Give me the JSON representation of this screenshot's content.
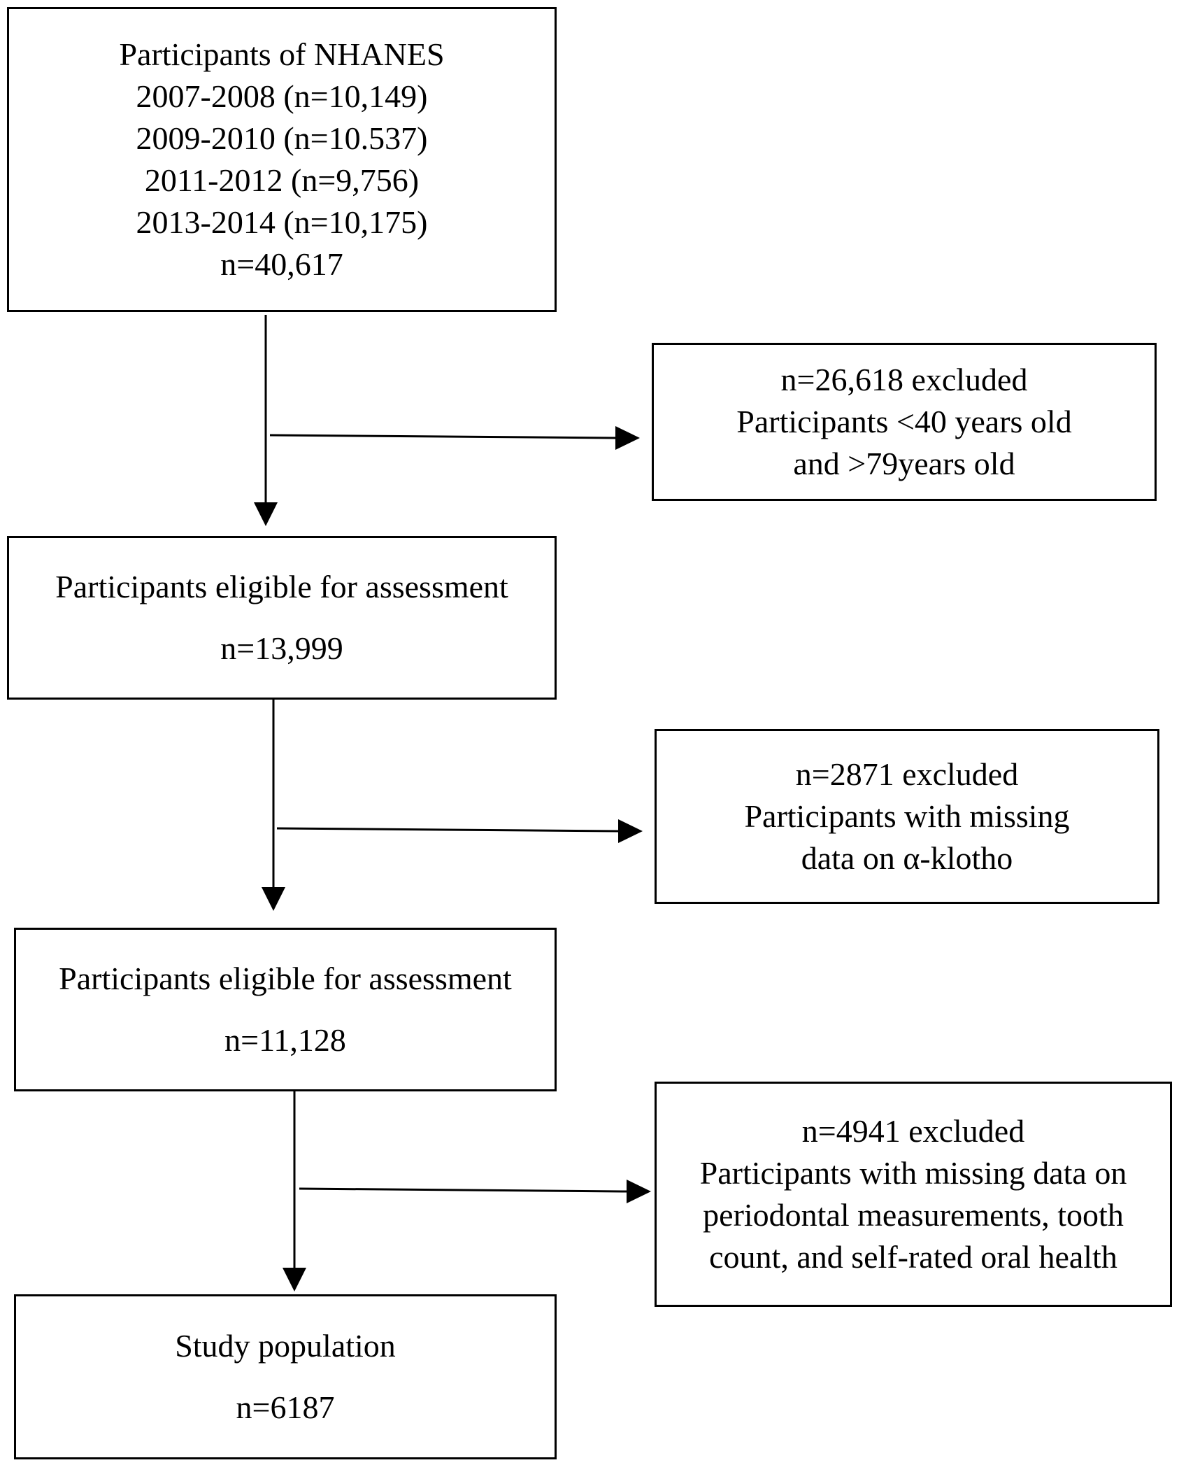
{
  "boxes": {
    "source": {
      "lines": [
        "Participants of NHANES",
        "2007-2008 (n=10,149)",
        "2009-2010 (n=10.537)",
        "2011-2012 (n=9,756)",
        "2013-2014 (n=10,175)",
        "n=40,617"
      ]
    },
    "eligible_1": {
      "label": "Participants eligible for assessment",
      "count": "n=13,999"
    },
    "eligible_2": {
      "label": "Participants eligible for assessment",
      "count": "n=11,128"
    },
    "final": {
      "label": "Study population",
      "count": "n=6187"
    }
  },
  "exclusions": [
    {
      "count": "n=26,618 excluded",
      "reason_lines": [
        "Participants <40 years old",
        "and >79years old"
      ]
    },
    {
      "count": "n=2871 excluded",
      "reason_lines": [
        "Participants with missing",
        "data on α-klotho"
      ]
    },
    {
      "count": "n=4941 excluded",
      "reason_lines": [
        "Participants with missing data on",
        "periodontal  measurements, tooth",
        "count, and  self-rated oral health"
      ]
    }
  ]
}
